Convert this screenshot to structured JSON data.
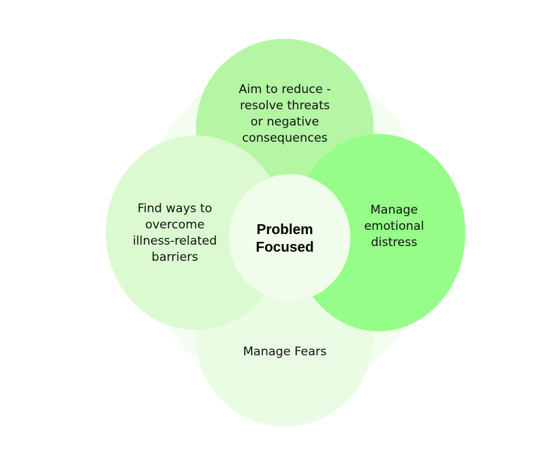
{
  "diagram": {
    "center": {
      "label": "Problem\nFocused"
    },
    "petals": {
      "top": "Aim to reduce -\nresolve threats\nor negative\nconsequences",
      "left": "Find ways to\novercome\nillness-related\nbarriers",
      "right": "Manage\nemotional\ndistress",
      "bottom": "Manage Fears"
    },
    "colors": {
      "halo": "#f3fdf0",
      "top_petal": "#b4f6a4",
      "left_petal": "#dcfad1",
      "right_petal": "#96fd89",
      "bottom_petal": "#ebfce5",
      "center": "#f0fdea",
      "text": "#111111"
    }
  }
}
